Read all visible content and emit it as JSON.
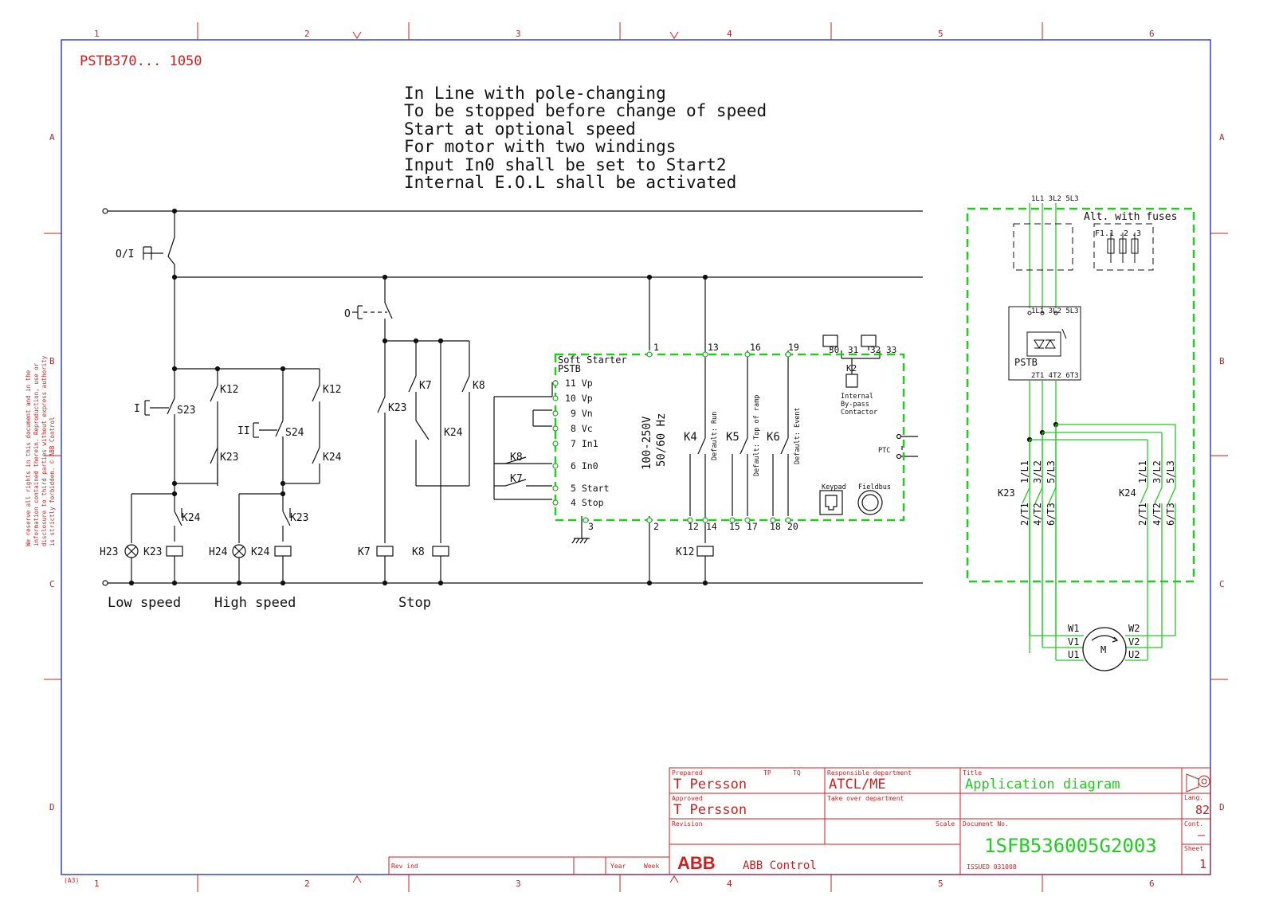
{
  "colors": {
    "frame": "#3344cc",
    "red": "#cc1f1f",
    "ink": "#111111",
    "green": "#22cc22"
  },
  "columns": [
    "1",
    "2",
    "3",
    "4",
    "5",
    "6"
  ],
  "rows": [
    "A",
    "B",
    "C",
    "D"
  ],
  "header": {
    "model": "PSTB370... 1050",
    "paper": "(A3)"
  },
  "notes": [
    "In Line with pole-changing",
    "To be stopped before change of speed",
    "Start at optional speed",
    "For motor with two windings",
    "Input In0 shall be set to Start2",
    "Internal E.O.L shall be activated"
  ],
  "copyright": [
    "We reserve all rights in this document and in the",
    "information contained therein. Reproduction, use or",
    "disclosure to third parties without express authority",
    "is strictly forbidden. © ABB Control"
  ],
  "circuit": {
    "main_switch": "O/I",
    "stop_button": "O",
    "btn_low": "I",
    "btn_high": "II",
    "s23": "S23",
    "s24": "S24",
    "k12": "K12",
    "k23": "K23",
    "k24": "K24",
    "k7": "K7",
    "k8": "K8",
    "h23": "H23",
    "h24": "H24",
    "captions": {
      "low": "Low speed",
      "high": "High speed",
      "stop": "Stop"
    }
  },
  "soft_starter": {
    "title1": "Soft Starter",
    "title2": "PSTB",
    "inputs": [
      {
        "num": "11",
        "label": "Vp"
      },
      {
        "num": "10",
        "label": "Vp"
      },
      {
        "num": "9",
        "label": "Vn"
      },
      {
        "num": "8",
        "label": "Vc"
      },
      {
        "num": "7",
        "label": "In1"
      },
      {
        "num": "6",
        "label": "In0"
      },
      {
        "num": "5",
        "label": "Start"
      },
      {
        "num": "4",
        "label": "Stop"
      }
    ],
    "supply": "100-250V\n50/60 Hz",
    "supply1": "100-250V",
    "supply2": "50/60 Hz",
    "terms_top": [
      "1",
      "13",
      "16",
      "19"
    ],
    "terms_bot": [
      "3",
      "2",
      "12",
      "14",
      "15",
      "17",
      "18",
      "20"
    ],
    "relays": [
      {
        "k": "K4",
        "fn": "Default: Run"
      },
      {
        "k": "K5",
        "fn": "Default: Top of ramp"
      },
      {
        "k": "K6",
        "fn": "Default: Event"
      }
    ],
    "bypass": {
      "k": "K2",
      "t": [
        "30",
        "31",
        "32",
        "33"
      ],
      "lbl1": "Internal",
      "lbl2": "By-pass",
      "lbl3": "Contactor"
    },
    "ptc": "PTC",
    "keypad": "Keypad",
    "fieldbus": "Fieldbus"
  },
  "power": {
    "supply": "1L1 3L2 5L3",
    "alt": "Alt. with fuses",
    "fuses": [
      "F1.1",
      ".2",
      ".3"
    ],
    "pstb": "PSTB",
    "pstb_in": "1L1 3L2 5L3",
    "pstb_out": "2T1 4T2 6T3",
    "contactors": [
      {
        "k": "K23",
        "top": [
          "1/L1",
          "3/L2",
          "5/L3"
        ],
        "bot": [
          "2/T1",
          "4/T2",
          "6/T3"
        ]
      },
      {
        "k": "K24",
        "top": [
          "1/L1",
          "3/L2",
          "5/L3"
        ],
        "bot": [
          "2/T1",
          "4/T2",
          "6/T3"
        ]
      }
    ],
    "motor": "M",
    "windings_left": [
      "W1",
      "V1",
      "U1"
    ],
    "windings_right": [
      "W2",
      "V2",
      "U2"
    ]
  },
  "title_block": {
    "prepared_label": "Prepared",
    "prepared": "T Persson",
    "approved_label": "Approved",
    "approved": "T Persson",
    "revision_label": "Revision",
    "scale_label": "Scale",
    "resp_label": "Responsible department",
    "resp": "ATCL/ME",
    "takeover_label": "Take over department",
    "title_label": "Title",
    "title": "Application diagram",
    "docno_label": "Document No.",
    "docno": "1SFB536005G2003",
    "issued": "ISSUED 031008",
    "lang_label": "Lang.",
    "lang": "82",
    "cont_label": "Cont.",
    "cont": "–",
    "sheet_label": "Sheet",
    "sheet": "1",
    "company": "ABB Control",
    "logo": "ABB",
    "rev_ind": "Rev ind",
    "year": "Year",
    "week": "Week",
    "tp": "TP",
    "tq": "TQ"
  }
}
